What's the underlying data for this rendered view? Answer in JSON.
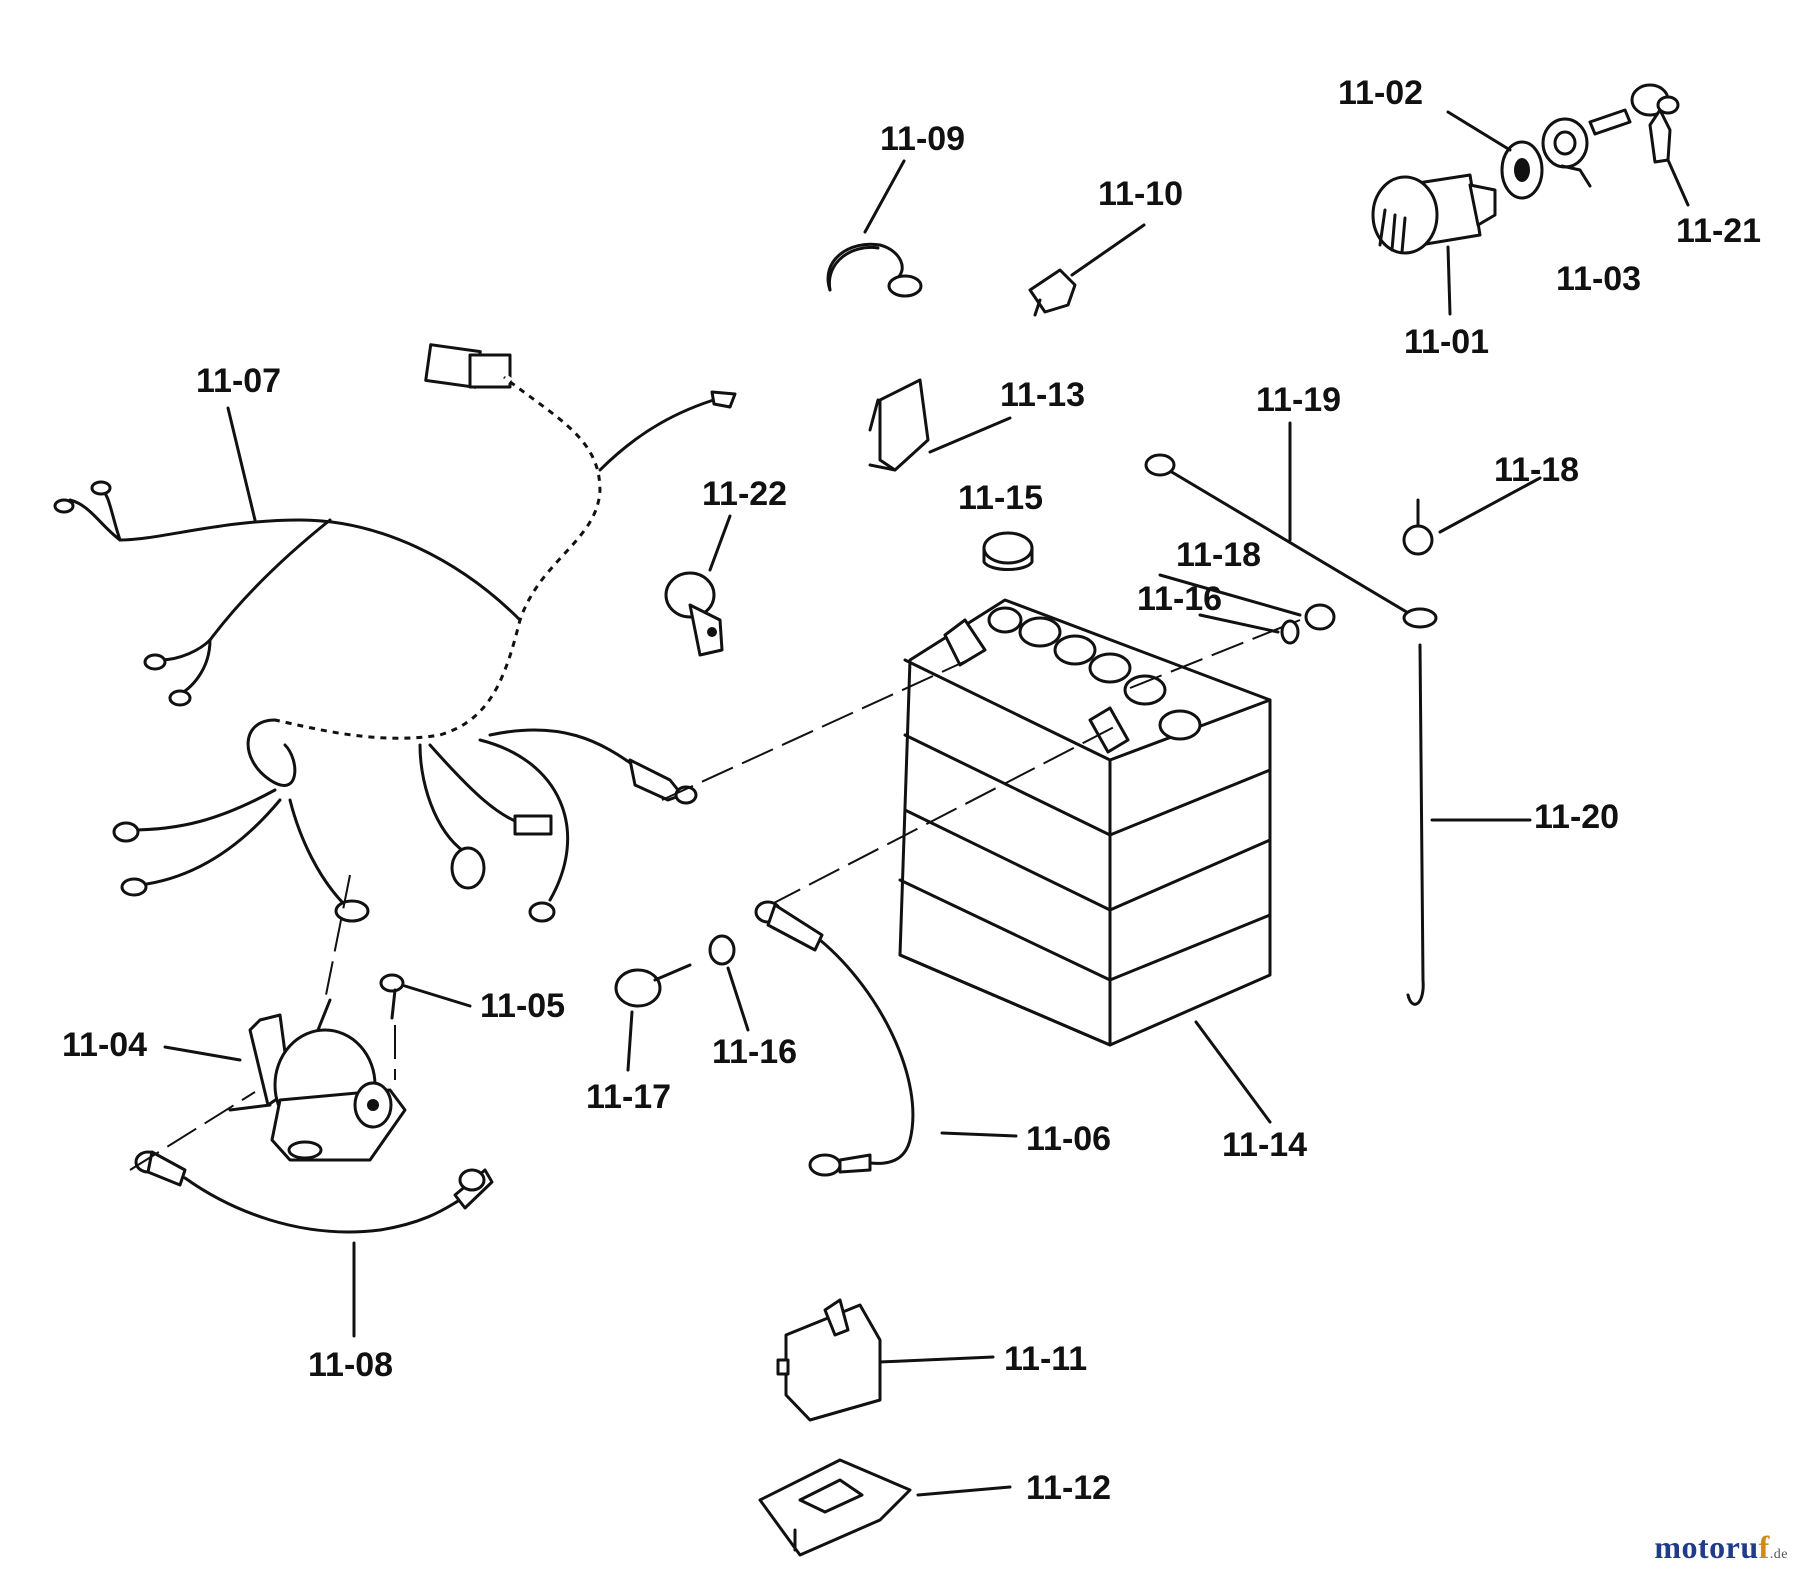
{
  "labels": {
    "l1101": "11-01",
    "l1102": "11-02",
    "l1103": "11-03",
    "l1104": "11-04",
    "l1105": "11-05",
    "l1106": "11-06",
    "l1107": "11-07",
    "l1108": "11-08",
    "l1109": "11-09",
    "l1110": "11-10",
    "l1111": "11-11",
    "l1112": "11-12",
    "l1113": "11-13",
    "l1114": "11-14",
    "l1115": "11-15",
    "l1116a": "11-16",
    "l1116b": "11-16",
    "l1117": "11-17",
    "l1118a": "11-18",
    "l1118b": "11-18",
    "l1119": "11-19",
    "l1120": "11-20",
    "l1121": "11-21",
    "l1122": "11-22"
  },
  "watermark": {
    "main": "motoru",
    "accent": "f",
    "tld": ".de"
  }
}
